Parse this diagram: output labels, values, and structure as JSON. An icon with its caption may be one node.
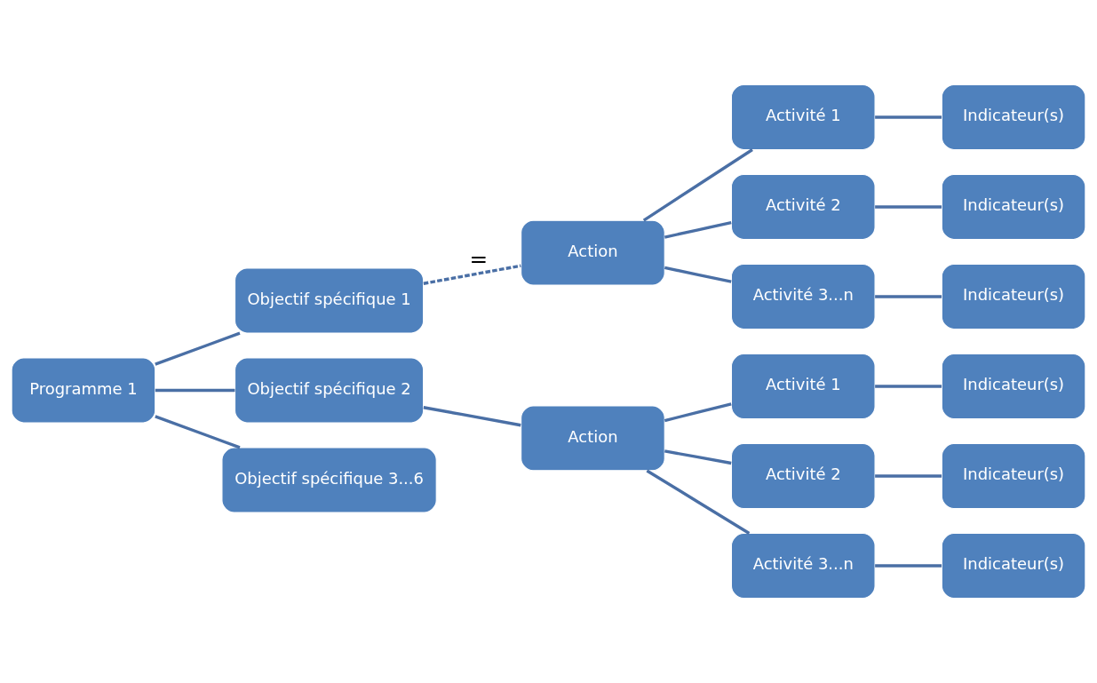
{
  "diagram": {
    "nodes": [
      {
        "text": [
          "Programme 1"
        ]
      },
      {
        "text": [
          "Objectif spécifique 1"
        ]
      },
      {
        "text": [
          "Action"
        ]
      },
      {
        "text": [
          "Activité 1"
        ]
      },
      {
        "text": [
          "Indicateur(s)"
        ]
      },
      {
        "text": [
          "Activité 2"
        ]
      },
      {
        "text": [
          "Indicateur(s)"
        ]
      },
      {
        "text": [
          "Activité 3...n"
        ]
      },
      {
        "text": [
          "Indicateur(s)"
        ]
      },
      {
        "text": [
          "Objectif spécifique 2"
        ]
      },
      {
        "text": [
          "Action"
        ]
      },
      {
        "text": [
          "Activité 1"
        ]
      },
      {
        "text": [
          "Indicateur(s)"
        ]
      },
      {
        "text": [
          "Activité 2"
        ]
      },
      {
        "text": [
          "Indicateur(s)"
        ]
      },
      {
        "text": [
          "Activité 3...n"
        ]
      },
      {
        "text": [
          "Indicateur(s)"
        ]
      },
      {
        "text": [
          "Objectif spécifique 3...6"
        ]
      }
    ],
    "edges": [
      {
        "from": 0,
        "to": 1,
        "arrow": "none"
      },
      {
        "from": 0,
        "to": 9,
        "arrow": "none"
      },
      {
        "from": 0,
        "to": 17,
        "arrow": "none"
      },
      {
        "from": 1,
        "to": 2,
        "arrow": "none",
        "label": "=",
        "style": "dashed"
      },
      {
        "from": 2,
        "to": 3,
        "arrow": "none"
      },
      {
        "from": 2,
        "to": 5,
        "arrow": "none"
      },
      {
        "from": 2,
        "to": 7,
        "arrow": "none"
      },
      {
        "from": 3,
        "to": 4,
        "arrow": "none"
      },
      {
        "from": 5,
        "to": 6,
        "arrow": "none"
      },
      {
        "from": 7,
        "to": 8,
        "arrow": "none"
      },
      {
        "from": 9,
        "to": 10,
        "arrow": "none"
      },
      {
        "from": 10,
        "to": 11,
        "arrow": "none"
      },
      {
        "from": 10,
        "to": 13,
        "arrow": "none"
      },
      {
        "from": 10,
        "to": 15,
        "arrow": "none"
      },
      {
        "from": 11,
        "to": 12,
        "arrow": "none"
      },
      {
        "from": 13,
        "to": 14,
        "arrow": "none"
      },
      {
        "from": 15,
        "to": 16,
        "arrow": "none"
      }
    ]
  }
}
